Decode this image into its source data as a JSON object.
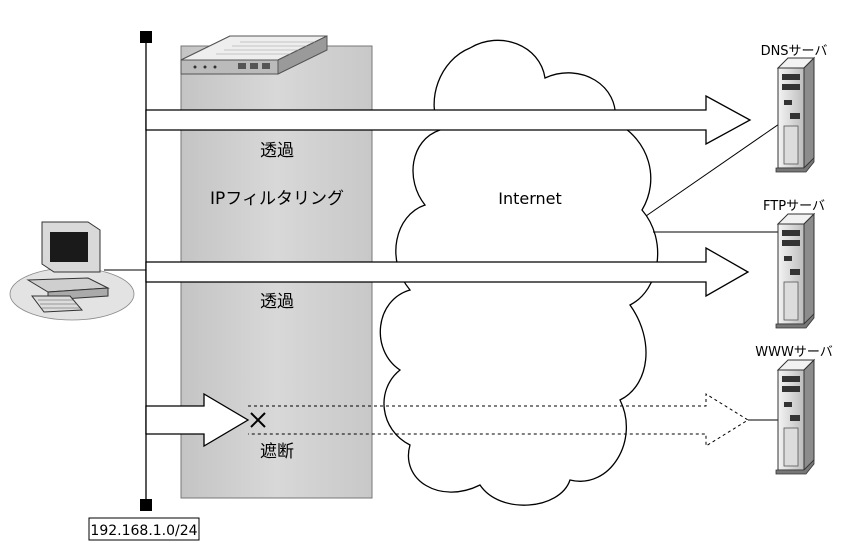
{
  "filter_box": {
    "label": "IPフィルタリング",
    "pass_label_1": "透過",
    "pass_label_2": "透過",
    "block_label": "遮断"
  },
  "cloud": {
    "label": "Internet"
  },
  "servers": [
    {
      "name": "DNSサーバ"
    },
    {
      "name": "FTPサーバ"
    },
    {
      "name": "WWWサーバ"
    }
  ],
  "lan": {
    "address": "192.168.1.0/24"
  },
  "colors": {
    "filter_box": "#cfcfcf",
    "line": "#000000",
    "background": "#ffffff"
  }
}
